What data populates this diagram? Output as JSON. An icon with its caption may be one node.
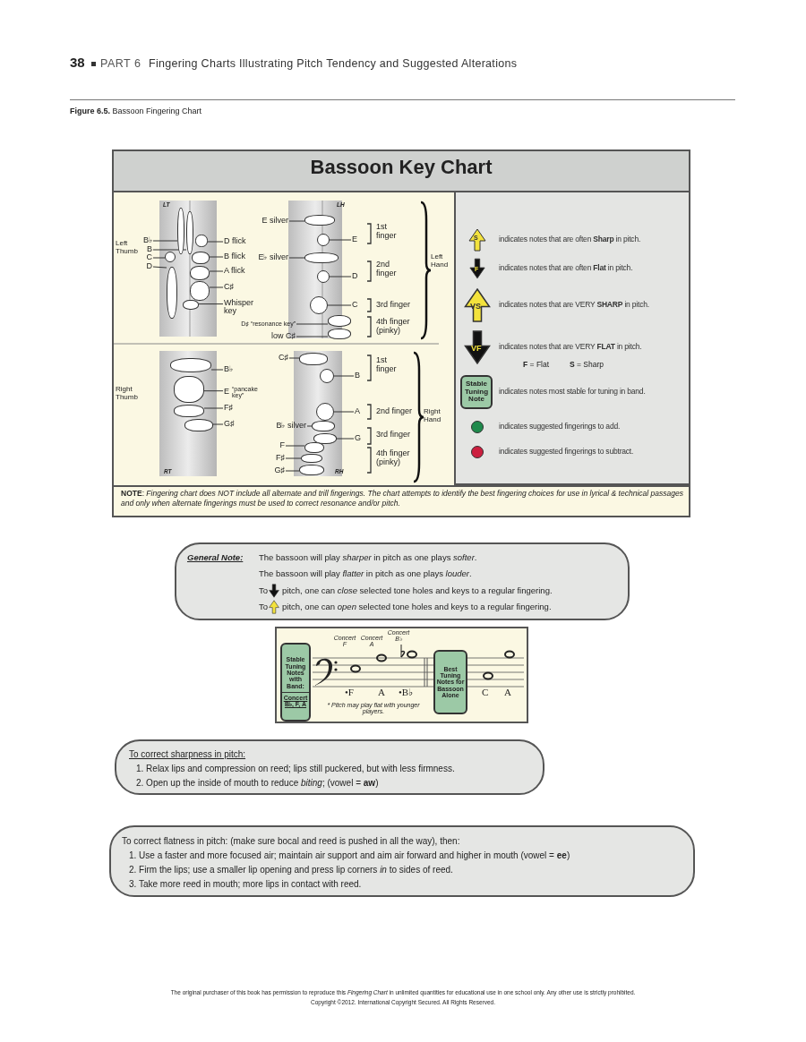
{
  "diagram": {
    "title": "Bassoon Key Chart",
    "caption": "**Figure 6.5.** Bassoon Fingering Chart",
    "nodes": [
      {
        "text": [
          "B♭"
        ]
      },
      {
        "text": [
          "B"
        ]
      },
      {
        "text": [
          "C"
        ]
      },
      {
        "text": [
          "D"
        ]
      },
      {
        "text": [
          "D flick"
        ]
      },
      {
        "text": [
          "B flick"
        ]
      },
      {
        "text": [
          "A flick"
        ]
      },
      {
        "text": [
          "C♯"
        ]
      },
      {
        "text": [
          "Whisper key"
        ]
      },
      {
        "text": [
          "E silver"
        ]
      },
      {
        "text": [
          "E"
        ]
      },
      {
        "text": [
          "E♭ silver"
        ]
      },
      {
        "text": [
          "D"
        ]
      },
      {
        "text": [
          "C"
        ]
      },
      {
        "text": [
          "D♯ “resonance key”"
        ]
      },
      {
        "text": [
          "low C♯"
        ]
      },
      {
        "text": [
          "B♭"
        ]
      },
      {
        "text": [
          "E",
          "“pancake key”"
        ]
      },
      {
        "text": [
          "F♯"
        ]
      },
      {
        "text": [
          "G♯"
        ]
      },
      {
        "text": [
          "C♯"
        ]
      },
      {
        "text": [
          "B"
        ]
      },
      {
        "text": [
          "A"
        ]
      },
      {
        "text": [
          "B♭ silver"
        ]
      },
      {
        "text": [
          "G"
        ]
      },
      {
        "text": [
          "F"
        ]
      },
      {
        "text": [
          "F♯"
        ]
      },
      {
        "text": [
          "G♯"
        ]
      },
      {
        "text": [
          "Stable Tuning Note"
        ]
      },
      {
        "text": [
          "General Note:",
          "The bassoon will play *sharper* in pitch as one plays *softer*.",
          "The bassoon will play *flatter* in pitch as one plays *louder*.",
          "To",
          "pitch, one can *close* selected tone holes and keys to a regular fingering.",
          "To",
          "pitch, one can *open* selected tone holes and keys to a regular fingering."
        ]
      },
      {
        "text": [
          "Concert F",
          "Concert A",
          "Concert B♭",
          "•F",
          "A",
          "•B♭",
          "C",
          "A",
          "* Pitch may play flat with younger players."
        ]
      },
      {
        "text": [
          "Stable Tuning Notes with Band:",
          "Concert B♭, F, A"
        ],
        "in": 30
      },
      {
        "text": [
          "Best Tuning Notes for Bassoon Alone"
        ],
        "in": 30
      },
      {
        "text": [
          "To correct sharpness in pitch:",
          "1. Relax lips and compression on reed; lips still puckered, but with less firmness.",
          "2. Open up the inside of mouth to reduce *biting*; (vowel = **aw**)"
        ]
      },
      {
        "text": [
          "To correct flatness in pitch: (make sure bocal and reed is pushed in all the way), then:",
          "1. Use a faster and more focused air; maintain air support and aim air forward and higher in mouth (vowel = **ee**)",
          "2. Firm the lips; use a smaller lip opening and press lip corners *in* to sides of reed.",
          "3. Take more reed in mouth; more lips in contact with reed."
        ]
      },
      {
        "text": [],
        "shape": "box"
      },
      {
        "text": [],
        "shape": "box"
      },
      {
        "text": [],
        "shape": "circle"
      },
      {
        "text": [],
        "shape": "box"
      },
      {
        "text": [],
        "shape": "box"
      },
      {
        "text": [],
        "shape": "box"
      },
      {
        "text": [],
        "shape": "box"
      },
      {
        "text": [],
        "shape": "box"
      },
      {
        "text": [],
        "shape": "box"
      },
      {
        "text": [],
        "shape": "box"
      },
      {
        "text": [],
        "shape": "circle"
      },
      {
        "text": [],
        "shape": "box"
      },
      {
        "text": [],
        "shape": "circle"
      },
      {
        "text": [],
        "shape": "circle"
      },
      {
        "text": [],
        "shape": "box"
      },
      {
        "text": [],
        "shape": "box"
      },
      {
        "text": [],
        "shape": "box"
      },
      {
        "text": [],
        "shape": "box"
      },
      {
        "text": [],
        "shape": "box"
      },
      {
        "text": [],
        "shape": "box"
      },
      {
        "text": [],
        "shape": "box"
      },
      {
        "text": [],
        "shape": "circle"
      },
      {
        "text": [],
        "shape": "circle"
      },
      {
        "text": [],
        "shape": "box"
      },
      {
        "text": [],
        "shape": "box"
      },
      {
        "text": [],
        "shape": "box"
      },
      {
        "text": [],
        "shape": "box"
      },
      {
        "text": [],
        "shape": "box"
      }
    ],
    "edges": [
      {
        "from": 0,
        "to": 35,
        "arrow": "none"
      },
      {
        "from": 1,
        "to": 36,
        "arrow": "none"
      },
      {
        "from": 2,
        "to": 37,
        "arrow": "none"
      },
      {
        "from": 3,
        "to": 38,
        "arrow": "none"
      },
      {
        "from": 4,
        "to": 39,
        "arrow": "none"
      },
      {
        "from": 5,
        "to": 40,
        "arrow": "none"
      },
      {
        "from": 6,
        "to": 41,
        "arrow": "none"
      },
      {
        "from": 7,
        "to": 42,
        "arrow": "none"
      },
      {
        "from": 8,
        "to": 43,
        "arrow": "none"
      },
      {
        "from": 9,
        "to": 44,
        "arrow": "none"
      },
      {
        "from": 10,
        "to": 45,
        "arrow": "none"
      },
      {
        "from": 11,
        "to": 46,
        "arrow": "none"
      },
      {
        "from": 12,
        "to": 47,
        "arrow": "none"
      },
      {
        "from": 13,
        "to": 48,
        "arrow": "none"
      },
      {
        "from": 14,
        "to": 49,
        "arrow": "none"
      },
      {
        "from": 15,
        "to": 50,
        "arrow": "none"
      },
      {
        "from": 16,
        "to": 51,
        "arrow": "none"
      },
      {
        "from": 17,
        "to": 52,
        "arrow": "none"
      },
      {
        "from": 18,
        "to": 53,
        "arrow": "none"
      },
      {
        "from": 19,
        "to": 54,
        "arrow": "none"
      },
      {
        "from": 20,
        "to": 55,
        "arrow": "none"
      },
      {
        "from": 21,
        "to": 56,
        "arrow": "none"
      },
      {
        "from": 22,
        "to": 57,
        "arrow": "none"
      },
      {
        "from": 23,
        "to": 58,
        "arrow": "none"
      },
      {
        "from": 24,
        "to": 59,
        "arrow": "none"
      },
      {
        "from": 25,
        "to": 60,
        "arrow": "none"
      },
      {
        "from": 26,
        "to": 61,
        "arrow": "none"
      },
      {
        "from": 27,
        "to": 62,
        "arrow": "none"
      }
    ],
    "labels": [
      "38",
      "PART 6",
      "Fingering Charts Illustrating Pitch Tendency and Suggested Alterations",
      "LT",
      "Left Thumb",
      "LH",
      "1st finger",
      "2nd finger",
      "3rd finger",
      "4th finger (pinky)",
      "Left Hand",
      "Right Thumb",
      "RT",
      "RH",
      "1st finger",
      "2nd finger",
      "3rd finger",
      "4th finger (pinky)",
      "Right Hand",
      "S",
      "F",
      "VS",
      "VF",
      "**F** = Flat",
      "**S** = Sharp",
      "**NOTE**: *Fingering chart does NOT include all alternate and trill fingerings. The chart attempts to identify the best fingering choices for use in lyrical & technical passages and only when alternate fingerings must be used to correct resonance and/or pitch.*",
      "The original purchaser of this book has permission to reproduce this *Fingering Chart* in unlimited quantities for educational use in one school only. Any other use is strictly prohibited.",
      "Copyright ©2012. International Copyright Secured. All Rights Reserved."
    ],
    "legend": [
      {
        "text": "indicates notes that are often **Sharp** in pitch."
      },
      {
        "text": "indicates notes that are often **Flat** in pitch."
      },
      {
        "text": "indicates notes that are VERY **SHARP** in pitch."
      },
      {
        "text": "indicates notes that are VERY **FLAT** in pitch."
      },
      {
        "text": "indicates notes most stable for tuning in band."
      },
      {
        "text": "indicates suggested fingerings to add.",
        "color": "#1f8a4c"
      },
      {
        "text": "indicates suggested fingerings to subtract.",
        "color": "#cc1f3f"
      }
    ]
  }
}
